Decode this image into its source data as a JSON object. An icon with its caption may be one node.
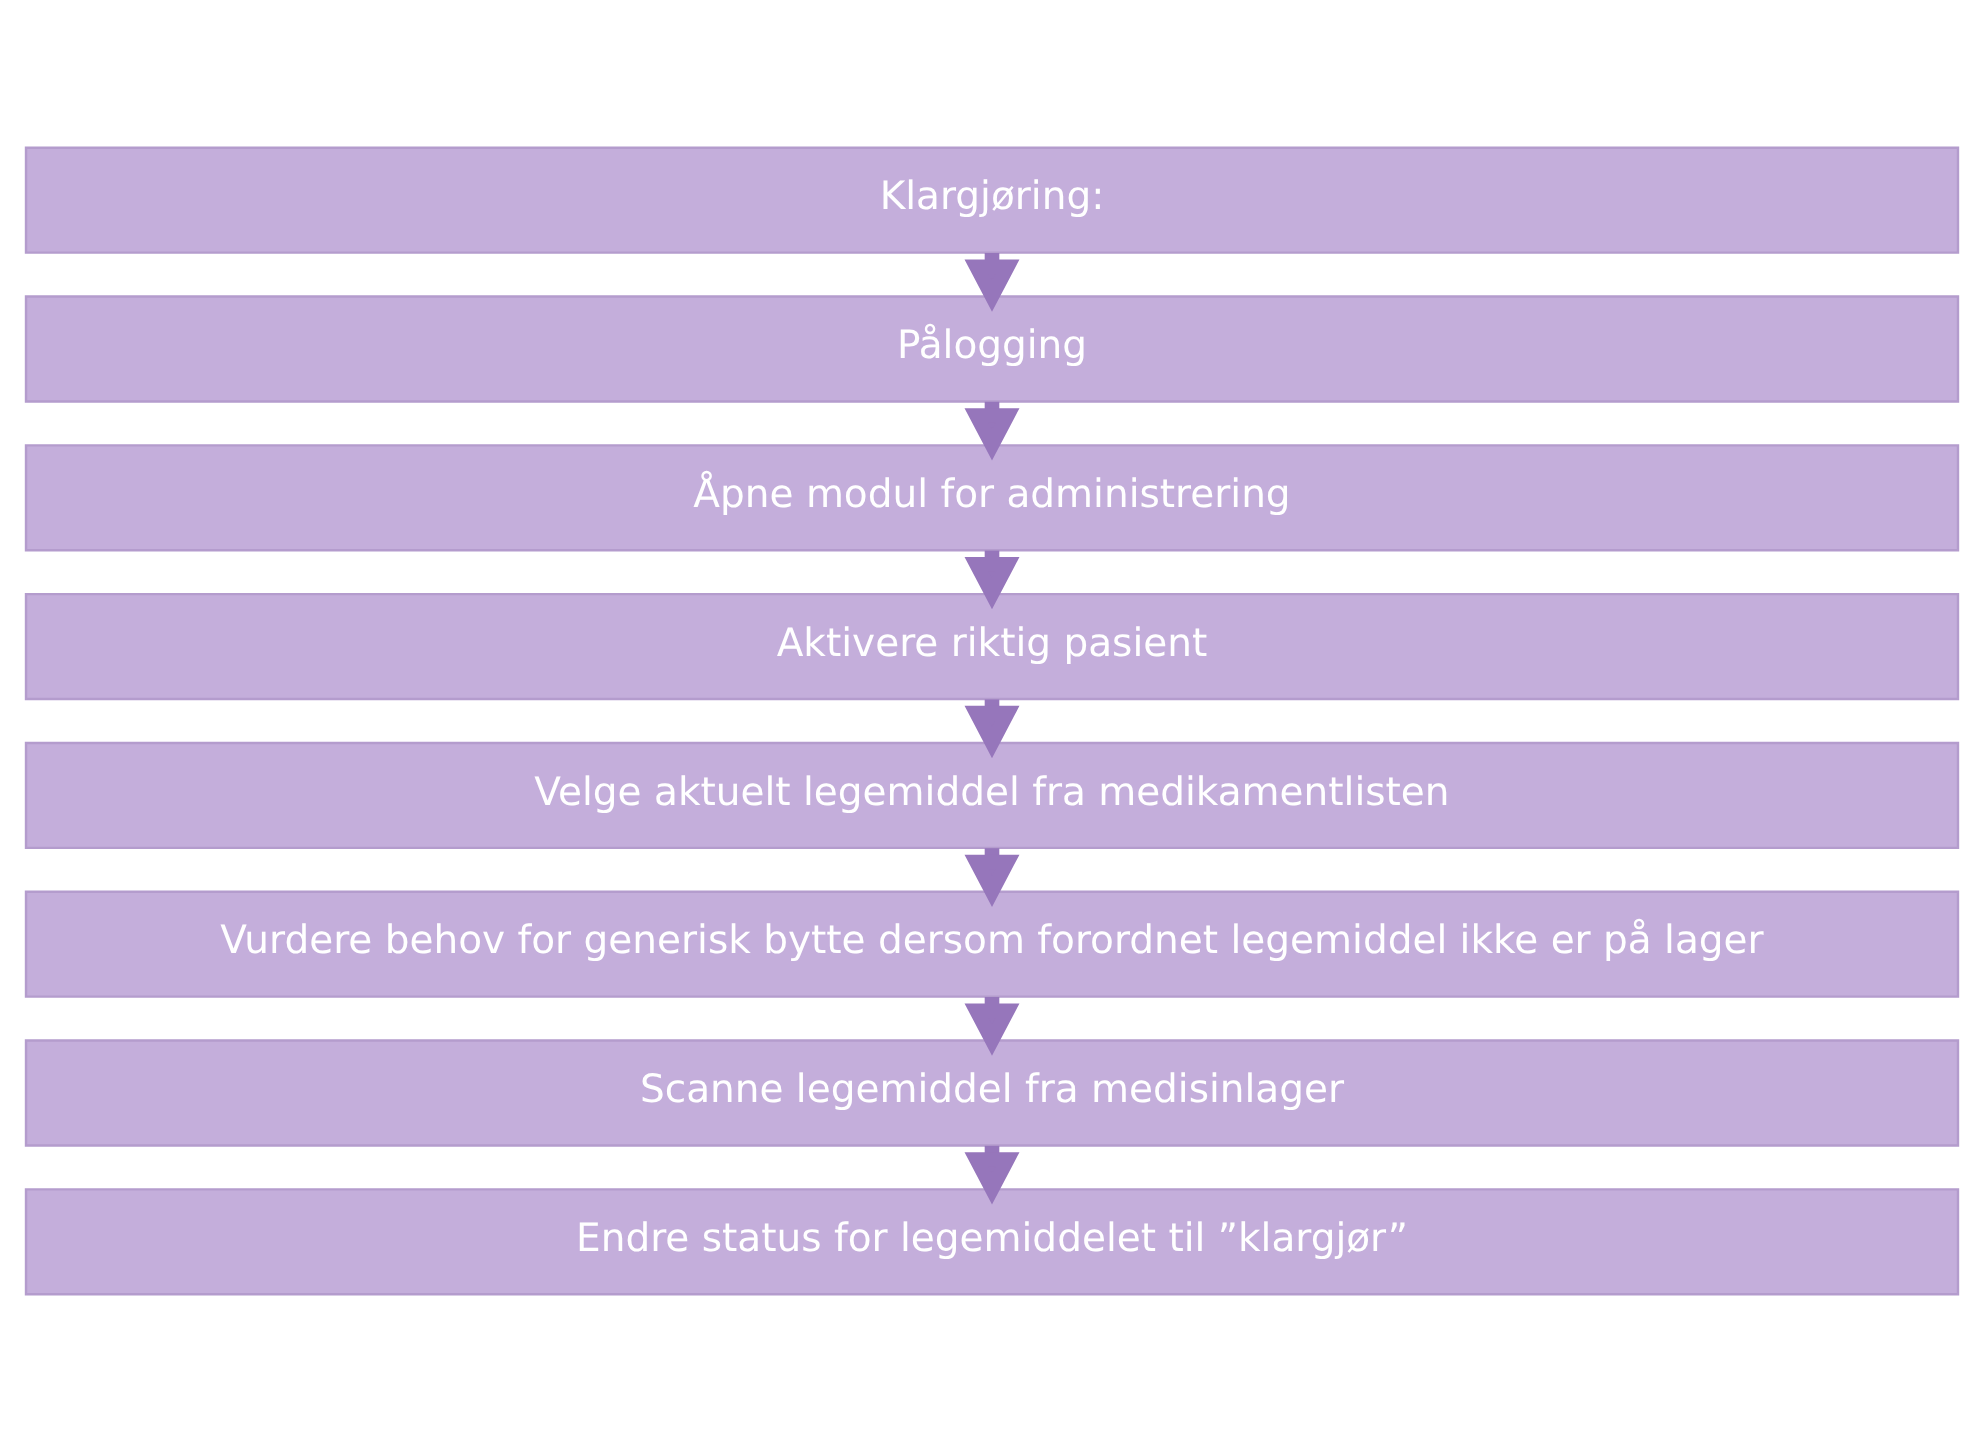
{
  "diagram": {
    "nodes": [
      {
        "text": [
          "Klargjøring:"
        ]
      },
      {
        "text": [
          "Pålogging"
        ]
      },
      {
        "text": [
          "Åpne modul for administrering"
        ]
      },
      {
        "text": [
          "Aktivere riktig pasient"
        ]
      },
      {
        "text": [
          "Velge aktuelt legemiddel fra medikamentlisten"
        ]
      },
      {
        "text": [
          "Vurdere behov for generisk bytte dersom forordnet legemiddel ikke er på lager"
        ]
      },
      {
        "text": [
          "Scanne legemiddel fra medisinlager"
        ]
      },
      {
        "text": [
          "Endre status for legemiddelet til ”klargjør”"
        ]
      }
    ],
    "edges": [
      {
        "from": 0,
        "to": 1,
        "arrow": "to"
      },
      {
        "from": 1,
        "to": 2,
        "arrow": "to"
      },
      {
        "from": 2,
        "to": 3,
        "arrow": "to"
      },
      {
        "from": 3,
        "to": 4,
        "arrow": "to"
      },
      {
        "from": 4,
        "to": 5,
        "arrow": "to"
      },
      {
        "from": 5,
        "to": 6,
        "arrow": "to"
      },
      {
        "from": 6,
        "to": 7,
        "arrow": "to"
      }
    ]
  }
}
